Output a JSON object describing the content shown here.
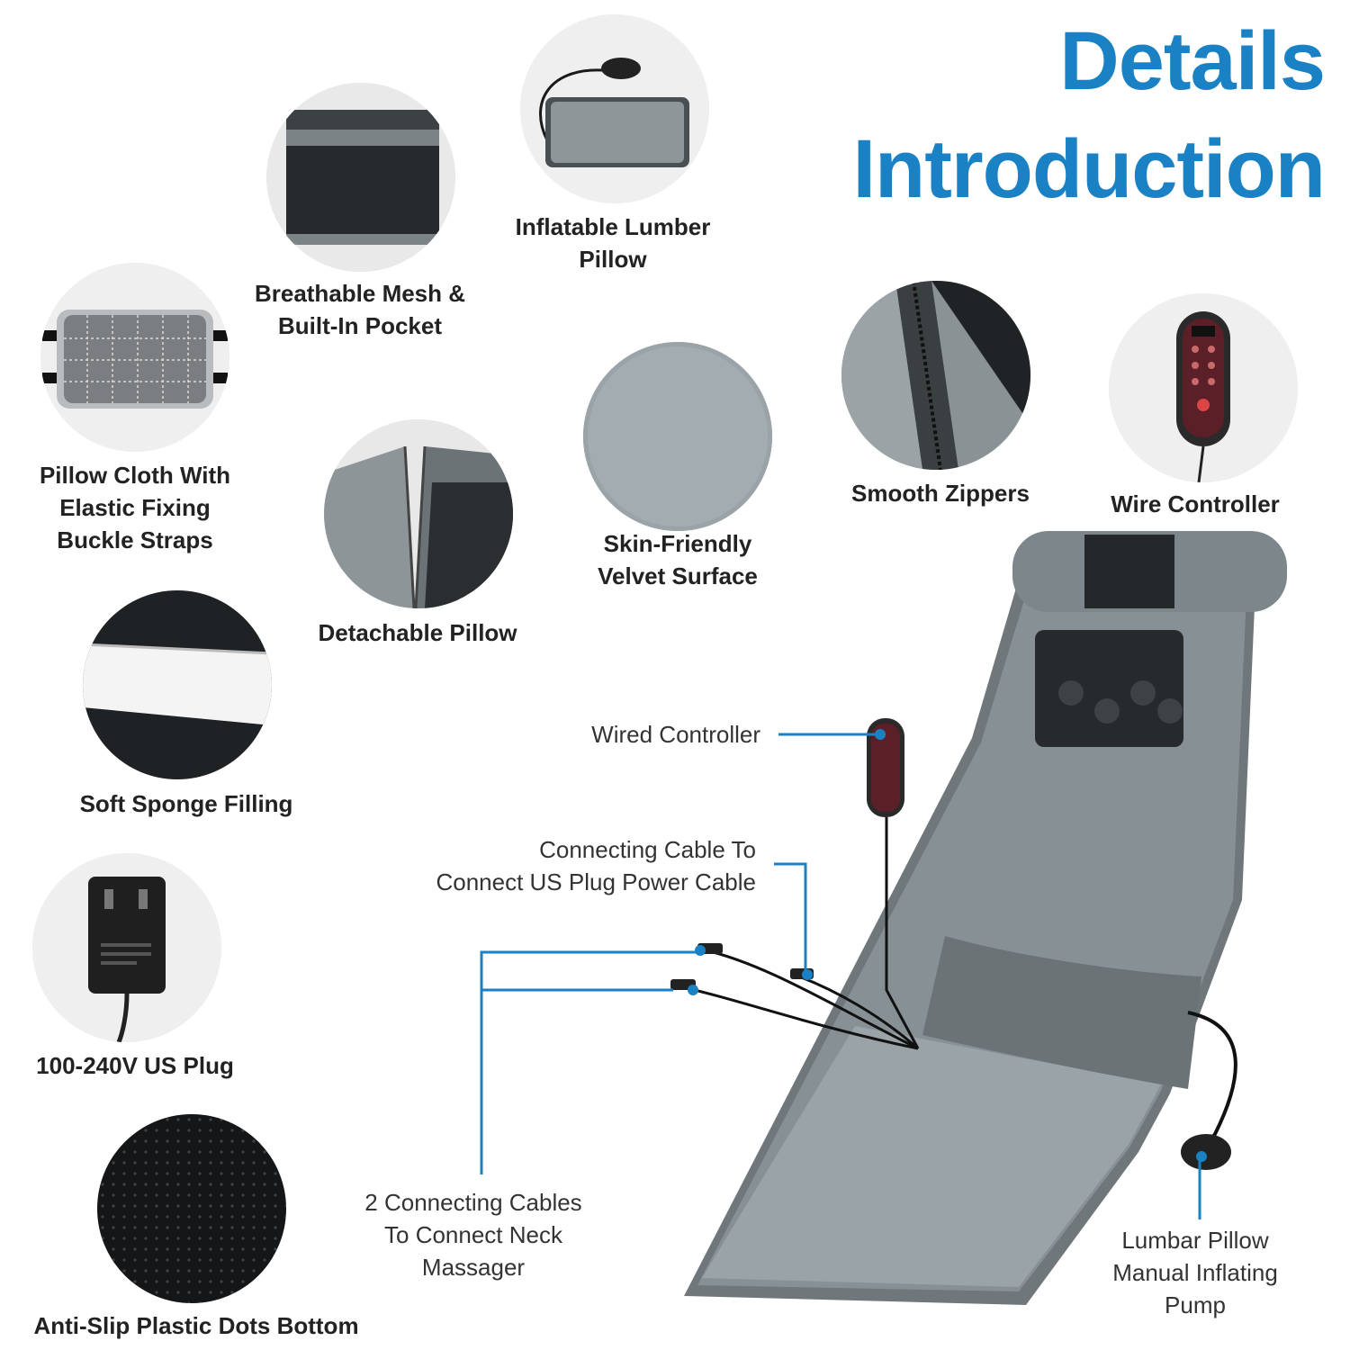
{
  "title": {
    "line1": "Details",
    "line2": "Introduction"
  },
  "features": {
    "inflatable": {
      "line1": "Inflatable Lumber",
      "line2": "Pillow"
    },
    "mesh": {
      "line1": "Breathable Mesh &",
      "line2": "Built-In Pocket"
    },
    "pillow_cloth": {
      "line1": "Pillow Cloth With",
      "line2": "Elastic Fixing",
      "line3": "Buckle Straps"
    },
    "detachable": {
      "line1": "Detachable Pillow"
    },
    "velvet": {
      "line1": "Skin-Friendly",
      "line2": "Velvet Surface"
    },
    "zippers": {
      "line1": "Smooth Zippers"
    },
    "wire_controller": {
      "line1": "Wire Controller"
    },
    "sponge": {
      "line1": "Soft Sponge Filling"
    },
    "plug": {
      "line1": "100-240V US Plug"
    },
    "antislip": {
      "line1": "Anti-Slip Plastic Dots Bottom"
    }
  },
  "callouts": {
    "wired_controller": "Wired Controller",
    "connecting_cable": {
      "line1": "Connecting Cable To",
      "line2": "Connect US Plug Power Cable"
    },
    "two_cables": {
      "line1": "2 Connecting Cables",
      "line2": "To Connect Neck",
      "line3": "Massager"
    },
    "lumbar_pump": {
      "line1": "Lumbar Pillow",
      "line2": "Manual Inflating",
      "line3": "Pump"
    }
  },
  "colors": {
    "accent": "#1a82c4",
    "mat": "#7d8589",
    "mesh": "#1e2224"
  }
}
